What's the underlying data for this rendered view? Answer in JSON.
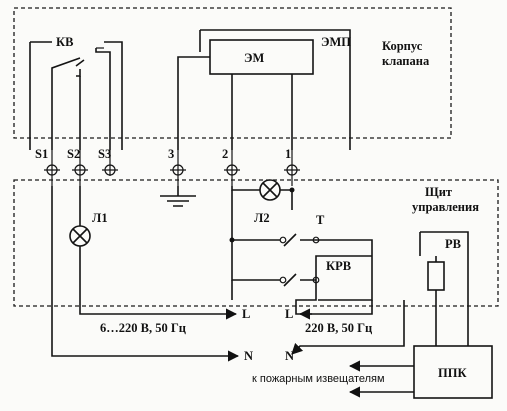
{
  "labels": {
    "valve_housing": [
      "Корпус",
      "клапана"
    ],
    "kv": "КВ",
    "emp": "ЭМП",
    "em": "ЭМ",
    "terminals": [
      "S1",
      "S2",
      "S3",
      "3",
      "2",
      "1"
    ],
    "l1": "Л1",
    "l2": "Л2",
    "t": "Т",
    "krv": "КРВ",
    "control_panel": [
      "Щит",
      "управления"
    ],
    "rv": "РВ",
    "ppk": "ППК",
    "l_left": "L",
    "l_right": "L",
    "n_left": "N",
    "n_right": "N",
    "supply_left": "6…220 В, 50 Гц",
    "supply_right": "220 В, 50 Гц",
    "fire_detectors": "к пожарным извещателям"
  }
}
